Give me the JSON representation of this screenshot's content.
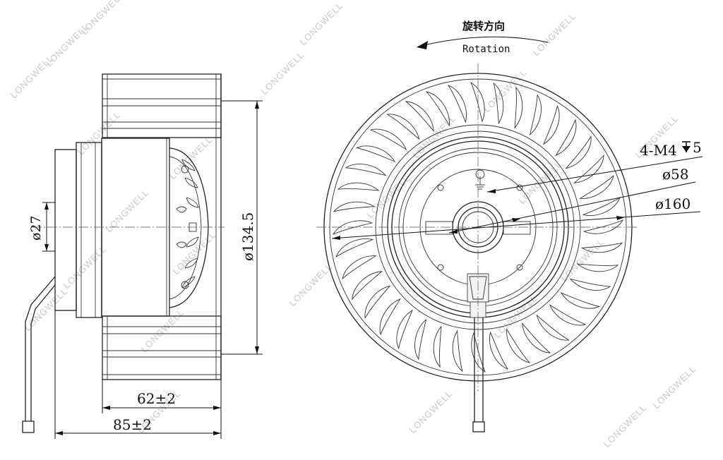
{
  "watermark": {
    "text": "LONGWELL",
    "color": "#c9c9c9"
  },
  "rotation": {
    "title_cn": "旋转方向",
    "title_en": "Rotation"
  },
  "dimensions": {
    "overall_diameter": "ø134.5",
    "hub_diameter": "ø27",
    "impeller_height": "62±2",
    "total_height": "85±2",
    "mount_holes": "4-M4",
    "mount_depth": "5",
    "bolt_circle": "ø58",
    "outer_diameter": "ø160"
  }
}
